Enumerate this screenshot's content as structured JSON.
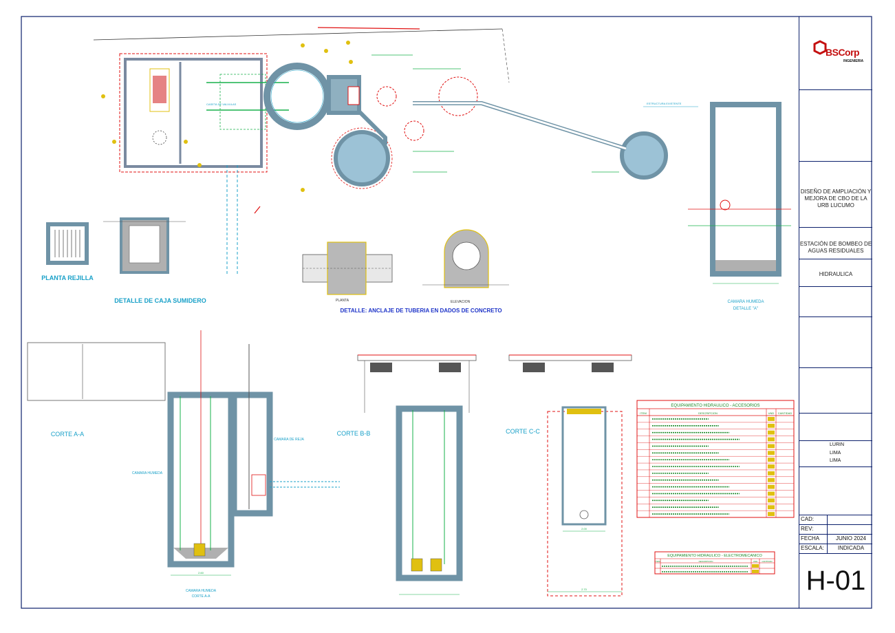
{
  "company": {
    "logo_text": "BSCorp",
    "logo_sub": "INGENIERIA"
  },
  "project": {
    "title": "DISEÑO DE AMPLIACIÓN Y MEJORA DE CBO DE LA URB LUCUMO",
    "plan_name": "ESTACIÓN DE BOMBEO DE AGUAS RESIDUALES",
    "specialty": "HIDRAULICA"
  },
  "location": {
    "district": "LURIN",
    "province": "LIMA",
    "department": "LIMA"
  },
  "meta": {
    "cad_label": "CAD:",
    "cad_value": "",
    "rev_label": "REV:",
    "rev_value": "",
    "fecha_label": "FECHA",
    "fecha_value": "JUNIO 2024",
    "escala_label": "ESCALA:",
    "escala_value": "INDICADA"
  },
  "sheet_number": "H-01",
  "views": {
    "planta_rejilla": "PLANTA REJILLA",
    "detalle_caja": "DETALLE DE CAJA SUMIDERO",
    "planta": "PLANTA",
    "elevacion": "ELEVACION",
    "detalle_anclaje": "DETALLE: ANCLAJE DE TUBERIA EN DADOS DE CONCRETO",
    "camara_humeda_a": "CAMARA HUMEDA",
    "detalle_a": "DETALLE \"A\"",
    "estructura_existente": "ESTRUCTURA EXISTENTE",
    "caseta_valvulas": "CASETA DE VALVULAS",
    "corte_aa": "CORTE A-A",
    "camara_humeda": "CAMARA HUMEDA",
    "camara_rejas": "CAMARA DE REJA",
    "camara_humeda_corte": "CAMARA HUMEDA",
    "corte_aa_sub": "CORTE A-A",
    "corte_bb": "CORTE B-B",
    "corte_cc": "CORTE C-C",
    "dim_260": "2.60",
    "dim_200": "2.00",
    "dim_270": "2.70"
  },
  "table1": {
    "title": "EQUIPAMIENTO HIDRAULICO - ACCESORIOS",
    "headers": [
      "ITEM",
      "DESCRIPCION",
      "UND",
      "CANTIDAD"
    ],
    "rows": 15
  },
  "table2": {
    "title": "EQUIPAMIENTO HIDRAULICO - ELECTROMECANICO",
    "headers": [
      "ITEM",
      "DESCRIPCION",
      "UND",
      "CANTIDAD"
    ],
    "rows": 2
  }
}
